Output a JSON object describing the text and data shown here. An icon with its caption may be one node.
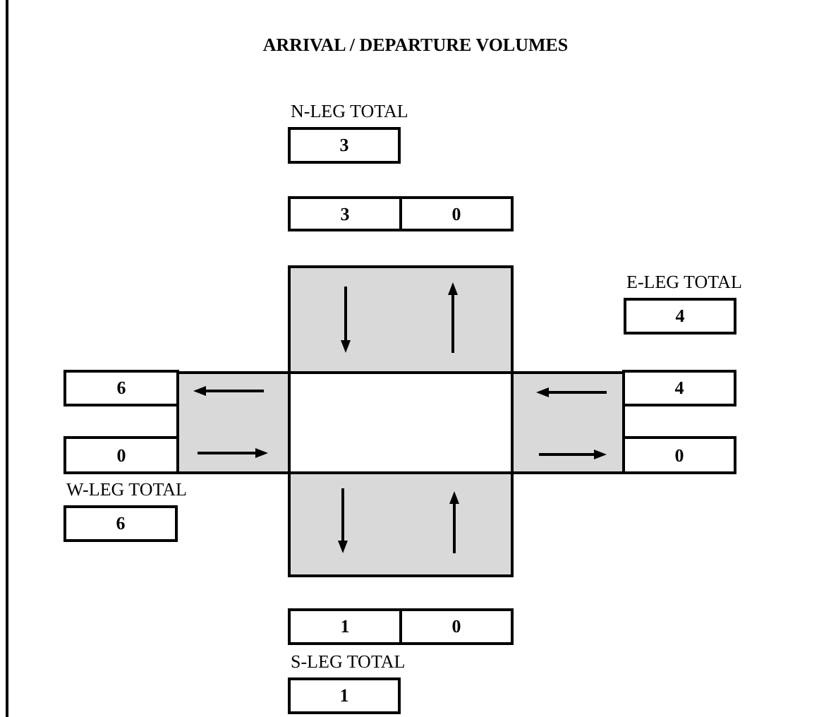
{
  "diagram": {
    "title": "ARRIVAL / DEPARTURE VOLUMES",
    "nodes": [
      {
        "text": [
          "N-LEG TOTAL",
          "3"
        ]
      },
      {
        "text": [
          "3"
        ]
      },
      {
        "text": [
          "0"
        ]
      },
      {
        "text": [
          "E-LEG TOTAL",
          "4"
        ]
      },
      {
        "text": [
          "6"
        ]
      },
      {
        "text": [
          "4"
        ]
      },
      {
        "text": [
          "0"
        ]
      },
      {
        "text": [
          "0"
        ]
      },
      {
        "text": [
          "W-LEG TOTAL",
          "6"
        ]
      },
      {
        "text": [
          "1"
        ]
      },
      {
        "text": [
          "0"
        ]
      },
      {
        "text": [
          "S-LEG TOTAL",
          "1"
        ]
      }
    ]
  }
}
